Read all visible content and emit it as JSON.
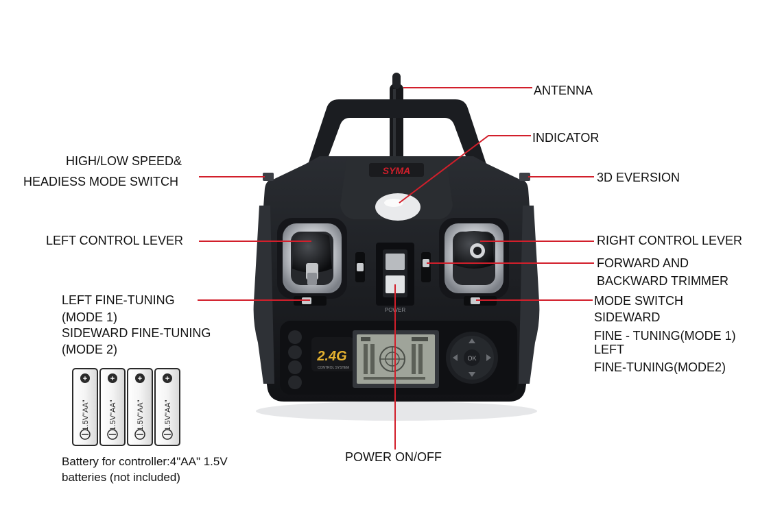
{
  "labels": {
    "antenna": "ANTENNA",
    "indicator": "INDICATOR",
    "speed_switch_line1": "HIGH/LOW SPEED&",
    "speed_switch_line2": "HEADIESS MODE SWITCH",
    "eversion": "3D EVERSION",
    "left_lever": "LEFT CONTROL LEVER",
    "right_lever": "RIGHT CONTROL LEVER",
    "fwd_line1": "FORWARD AND",
    "fwd_line2": "BACKWARD TRIMMER",
    "left_fine_line1": "LEFT FINE-TUNING",
    "left_fine_line2": "(MODE 1)",
    "left_fine_line3": "SIDEWARD FINE-TUNING",
    "left_fine_line4": "(MODE 2)",
    "mode_line1": "MODE SWITCH",
    "mode_line2": "SIDEWARD",
    "mode_line3": "FINE - TUNING(MODE 1)",
    "mode_line4": "LEFT",
    "mode_line5": "FINE-TUNING(MODE2)",
    "power": "POWER ON/OFF"
  },
  "battery_note": {
    "line1": "Battery for controller:4\"AA\" 1.5V",
    "line2": "batteries (not included)"
  },
  "battery": {
    "count": 4,
    "label": "1.5V\"AA\""
  },
  "controller": {
    "brand": "SYMA",
    "badge": "2.4G",
    "badge_sub": "CONTROL SYSTEM",
    "power_text": "POWER",
    "ok_text": "OK"
  },
  "colors": {
    "callout": "#d21f2b",
    "body": "#1c1e22",
    "body_dark": "#0e0f12",
    "lcd": "#9fa49a",
    "metal": "#b9bcc1"
  }
}
